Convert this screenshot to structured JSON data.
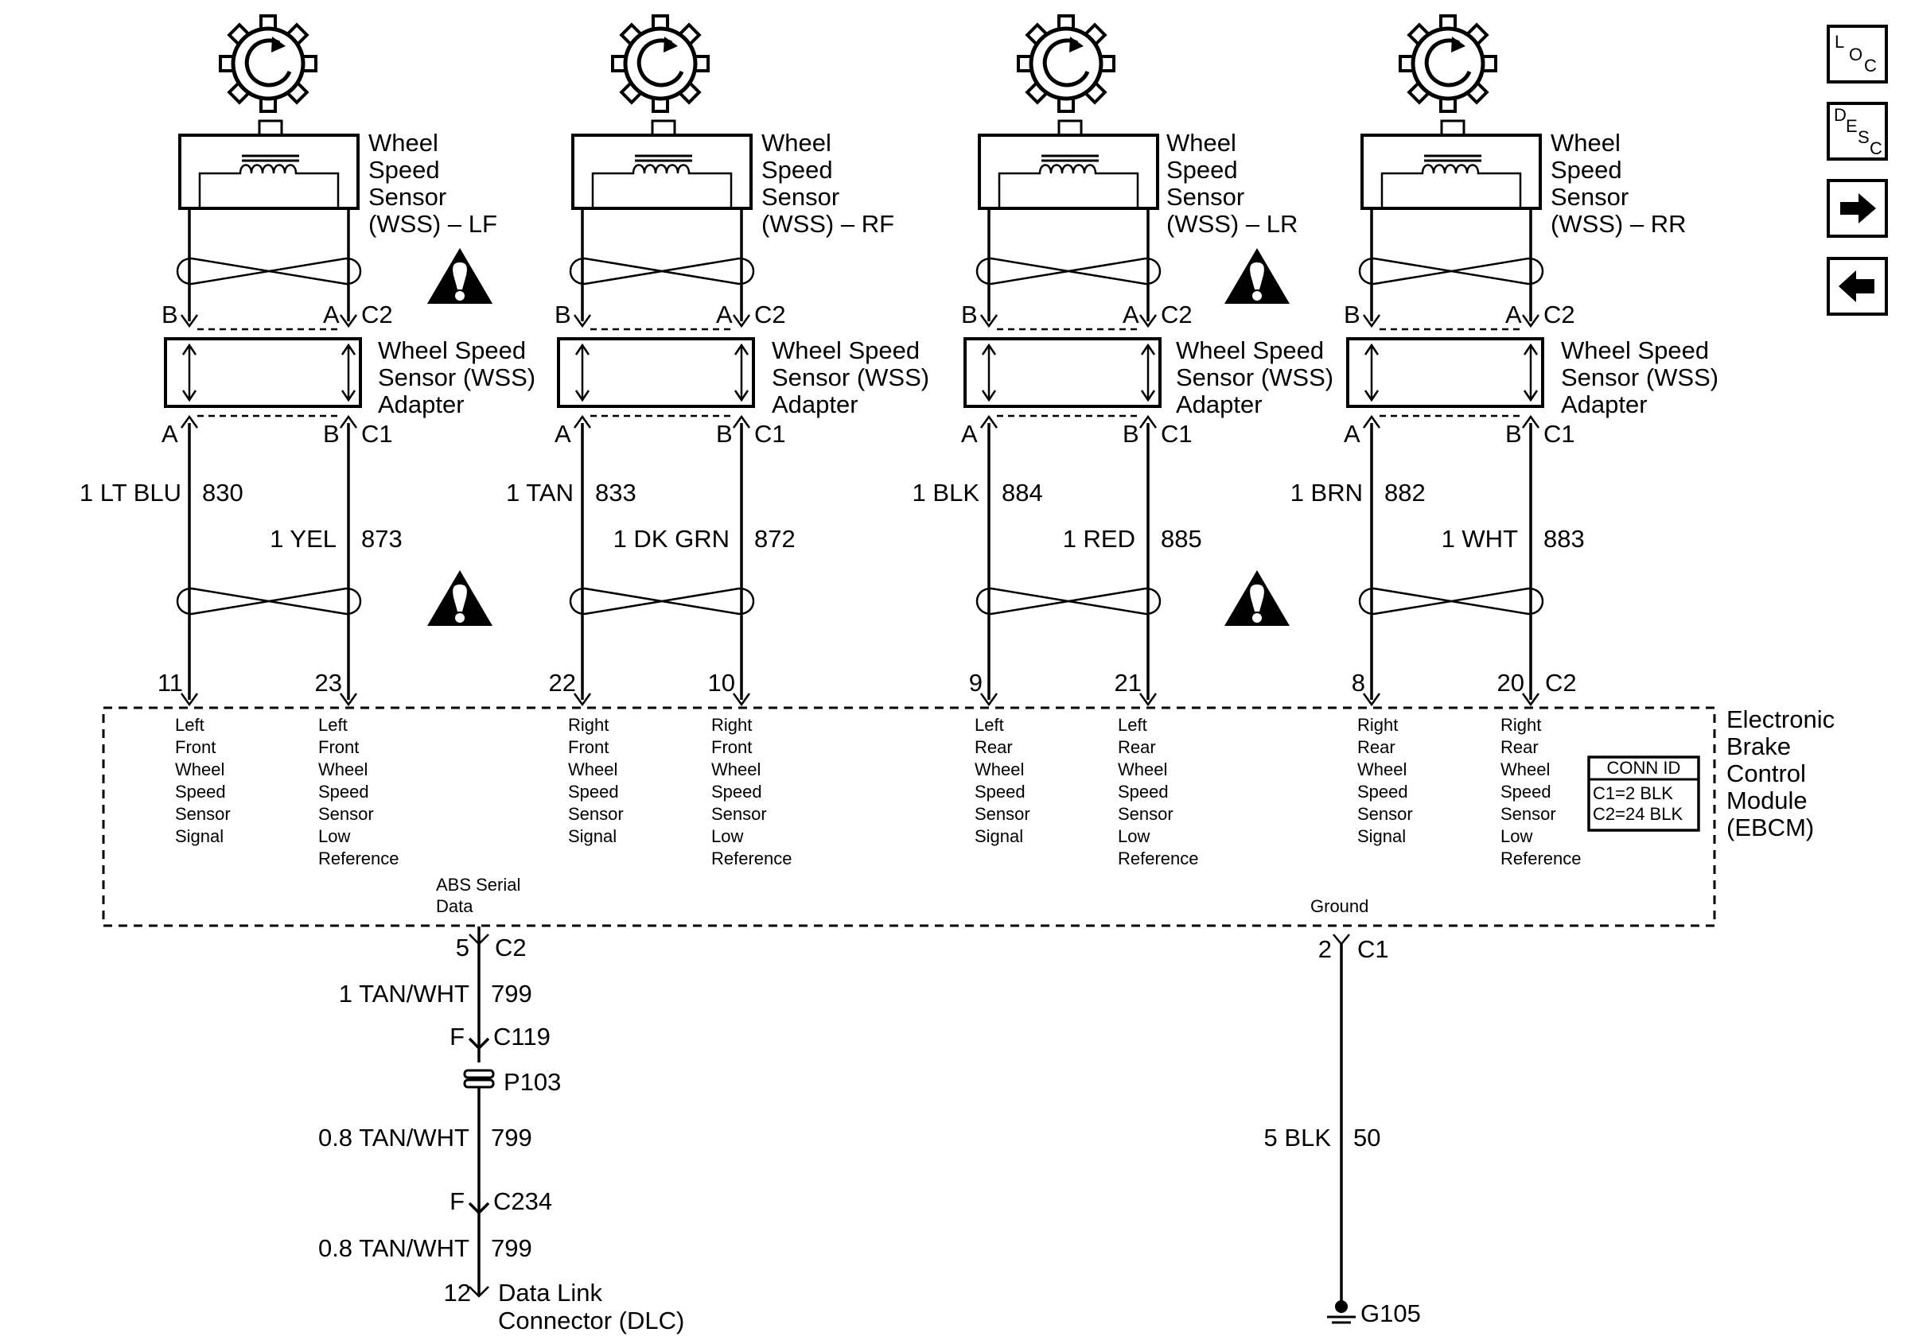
{
  "nav": {
    "loc": {
      "l": "L",
      "o": "O",
      "c": "C"
    },
    "desc": {
      "d": "D",
      "e": "E",
      "s": "S",
      "c": "C"
    }
  },
  "sensors": [
    {
      "label": [
        "Wheel",
        "Speed",
        "Sensor",
        "(WSS) – LF"
      ],
      "adapter": [
        "Wheel Speed",
        "Sensor (WSS)",
        "Adapter"
      ],
      "c2": {
        "left": "B",
        "right": "A",
        "conn": "C2"
      },
      "c1": {
        "left": "A",
        "right": "B",
        "conn": "C1"
      },
      "sig": {
        "gauge": "1 LT BLU",
        "circuit": "830"
      },
      "ref": {
        "gauge": "1 YEL",
        "circuit": "873"
      },
      "pins": {
        "sig": "11",
        "ref": "23"
      },
      "sigText": [
        "Left",
        "Front",
        "Wheel",
        "Speed",
        "Sensor",
        "Signal"
      ],
      "refText": [
        "Left",
        "Front",
        "Wheel",
        "Speed",
        "Sensor",
        "Low",
        "Reference"
      ]
    },
    {
      "label": [
        "Wheel",
        "Speed",
        "Sensor",
        "(WSS) – RF"
      ],
      "adapter": [
        "Wheel Speed",
        "Sensor (WSS)",
        "Adapter"
      ],
      "c2": {
        "left": "B",
        "right": "A",
        "conn": "C2"
      },
      "c1": {
        "left": "A",
        "right": "B",
        "conn": "C1"
      },
      "sig": {
        "gauge": "1 TAN",
        "circuit": "833"
      },
      "ref": {
        "gauge": "1 DK GRN",
        "circuit": "872"
      },
      "pins": {
        "sig": "22",
        "ref": "10"
      },
      "sigText": [
        "Right",
        "Front",
        "Wheel",
        "Speed",
        "Sensor",
        "Signal"
      ],
      "refText": [
        "Right",
        "Front",
        "Wheel",
        "Speed",
        "Sensor",
        "Low",
        "Reference"
      ]
    },
    {
      "label": [
        "Wheel",
        "Speed",
        "Sensor",
        "(WSS) – LR"
      ],
      "adapter": [
        "Wheel Speed",
        "Sensor (WSS)",
        "Adapter"
      ],
      "c2": {
        "left": "B",
        "right": "A",
        "conn": "C2"
      },
      "c1": {
        "left": "A",
        "right": "B",
        "conn": "C1"
      },
      "sig": {
        "gauge": "1 BLK",
        "circuit": "884"
      },
      "ref": {
        "gauge": "1 RED",
        "circuit": "885"
      },
      "pins": {
        "sig": "9",
        "ref": "21"
      },
      "sigText": [
        "Left",
        "Rear",
        "Wheel",
        "Speed",
        "Sensor",
        "Signal"
      ],
      "refText": [
        "Left",
        "Rear",
        "Wheel",
        "Speed",
        "Sensor",
        "Low",
        "Reference"
      ]
    },
    {
      "label": [
        "Wheel",
        "Speed",
        "Sensor",
        "(WSS) – RR"
      ],
      "adapter": [
        "Wheel Speed",
        "Sensor (WSS)",
        "Adapter"
      ],
      "c2": {
        "left": "B",
        "right": "A",
        "conn": "C2"
      },
      "c1": {
        "left": "A",
        "right": "B",
        "conn": "C1"
      },
      "sig": {
        "gauge": "1 BRN",
        "circuit": "882"
      },
      "ref": {
        "gauge": "1 WHT",
        "circuit": "883"
      },
      "pins": {
        "sig": "8",
        "ref": "20"
      },
      "sigText": [
        "Right",
        "Rear",
        "Wheel",
        "Speed",
        "Sensor",
        "Signal"
      ],
      "refText": [
        "Right",
        "Rear",
        "Wheel",
        "Speed",
        "Sensor",
        "Low",
        "Reference"
      ]
    }
  ],
  "module": {
    "bottomConn": "C2",
    "name": [
      "Electronic",
      "Brake",
      "Control",
      "Module",
      "(EBCM)"
    ],
    "connId": {
      "title": "CONN ID",
      "c1": "C1=2 BLK",
      "c2": "C2=24 BLK"
    },
    "serial": [
      "ABS Serial",
      "Data"
    ],
    "ground": "Ground"
  },
  "serialCircuit": {
    "pin": "5",
    "conn": "C2",
    "w1": {
      "gauge": "1 TAN/WHT",
      "circuit": "799"
    },
    "c119": {
      "pin": "F",
      "conn": "C119"
    },
    "splice": "P103",
    "w2": {
      "gauge": "0.8 TAN/WHT",
      "circuit": "799"
    },
    "c234": {
      "pin": "F",
      "conn": "C234"
    },
    "w3": {
      "gauge": "0.8 TAN/WHT",
      "circuit": "799"
    },
    "dlcPin": "12",
    "dlc": [
      "Data Link",
      "Connector (DLC)"
    ]
  },
  "groundCircuit": {
    "pin": "2",
    "conn": "C1",
    "wire": {
      "gauge": "5 BLK",
      "circuit": "50"
    },
    "groundPoint": "G105"
  }
}
